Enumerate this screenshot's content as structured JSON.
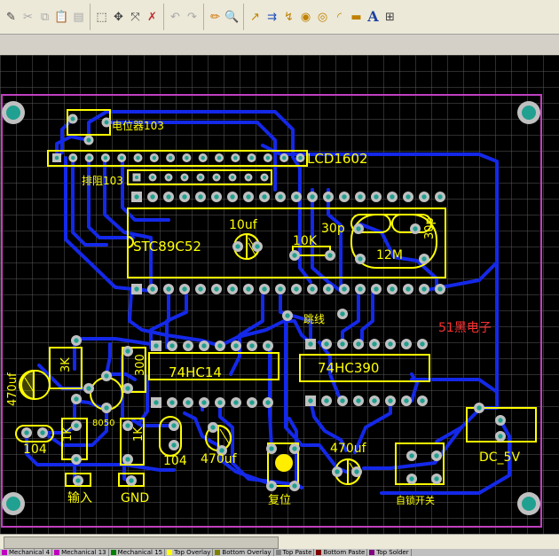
{
  "toolbar": {
    "groups": [
      [
        "route-icon",
        "cut-icon",
        "copy-icon",
        "paste-icon",
        "paste-special-icon"
      ],
      [
        "select-area-icon",
        "move-icon",
        "deselect-icon",
        "clear-icon"
      ],
      [
        "undo-icon",
        "redo-icon"
      ],
      [
        "pencil-icon",
        "zoom-icon"
      ],
      [
        "interactive-route-icon",
        "diff-pair-icon",
        "smart-route-icon",
        "via-icon",
        "pad-icon",
        "arc-icon",
        "fill-icon",
        "text-icon",
        "array-icon"
      ]
    ]
  },
  "board": {
    "labels": {
      "pot": "电位器103",
      "lcd": "LCD1602",
      "rowres": "排阻103",
      "mcu": "STC89C52",
      "cap10": "10uf",
      "r10k": "10K",
      "c30a": "30p",
      "c30b": "30p",
      "xtal": "12M",
      "jumper": "跳线",
      "brand": "51黑电子",
      "ic74hc14": "74HC14",
      "ic74hc390": "74HC390",
      "r3k": "3K",
      "r300": "300",
      "c470a": "470uf",
      "c104a": "104",
      "r1ka": "1K",
      "q8050": "8050",
      "r1kb": "1K",
      "c104b": "104",
      "c470b": "470uf",
      "c470c": "470uf",
      "dc5v": "DC_5V",
      "input": "输入",
      "gnd": "GND",
      "reset": "复位",
      "sw": "自锁开关"
    },
    "colors": {
      "background": "#000000",
      "grid": "#5a5a5a",
      "bottom_trace": "#1428e8",
      "silkscreen": "#ffff00",
      "pad": "#c0c0c0",
      "pad_hole": "#20a090",
      "board_outline": "#c040c0",
      "brand_text": "#ff3030"
    }
  },
  "tabs": [
    {
      "label": "Mechanical 4",
      "color": "#c000c0"
    },
    {
      "label": "Mechanical 13",
      "color": "#c000c0"
    },
    {
      "label": "Mechanical 15",
      "color": "#008000"
    },
    {
      "label": "Top Overlay",
      "color": "#ffff00"
    },
    {
      "label": "Bottom Overlay",
      "color": "#808000"
    },
    {
      "label": "Top Paste",
      "color": "#808080"
    },
    {
      "label": "Bottom Paste",
      "color": "#800000"
    },
    {
      "label": "Top Solder",
      "color": "#800080"
    }
  ]
}
